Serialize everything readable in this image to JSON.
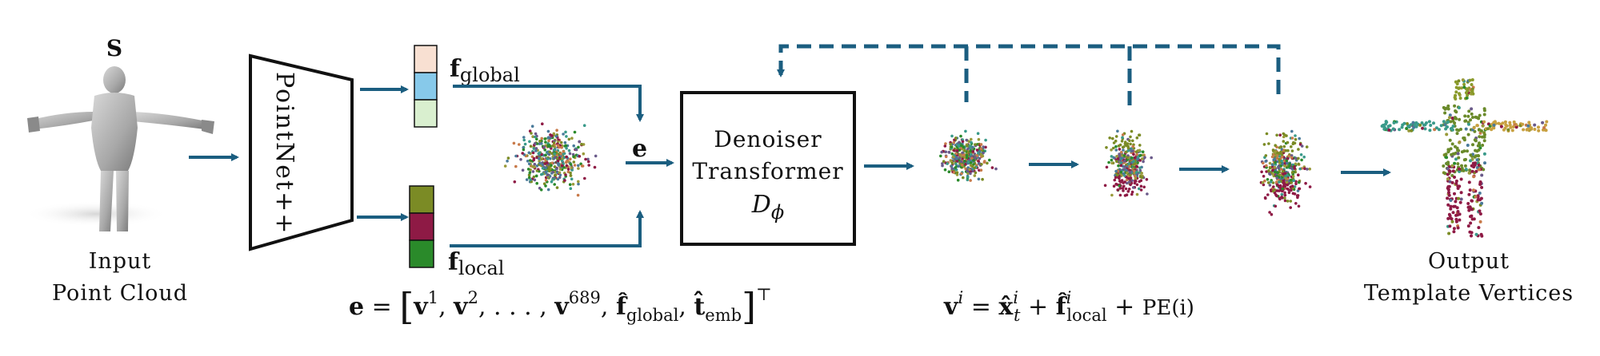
{
  "input": {
    "symbol": "S",
    "label_line1": "Input",
    "label_line2": "Point Cloud"
  },
  "encoder": {
    "label": "PointNet++"
  },
  "features": {
    "global_symbol": "f",
    "global_sub": "global",
    "local_symbol": "f",
    "local_sub": "local",
    "global_colors": [
      "#f8e0d2",
      "#87c9ea",
      "#d9efcf"
    ],
    "local_colors": [
      "#7b8b25",
      "#8e1a45",
      "#2a8a2a"
    ]
  },
  "embedding_symbol": "e",
  "denoiser": {
    "line1": "Denoiser",
    "line2": "Transformer",
    "symbol": "D",
    "sub": "ϕ"
  },
  "output": {
    "label_line1": "Output",
    "label_line2": "Template Vertices"
  },
  "formulas": {
    "e_def": {
      "lhs": "e",
      "eq": " = ",
      "open": "[",
      "v": "v",
      "sup1": "1",
      "sup2": "2",
      "dots": ", . . . , ",
      "sup_n": "689",
      "fhat": "f̂",
      "global_sub": "global",
      "that": "t̂",
      "emb_sub": "emb",
      "close": "]",
      "transpose": "⊤"
    },
    "v_def": {
      "v": "v",
      "sup_i": "i",
      "eq": " = ",
      "xhat": "x̂",
      "sub_t": "t",
      "plus": " + ",
      "fhat": "f̂",
      "sub_local": "local",
      "pe": "PE(i)"
    }
  },
  "colors": {
    "arrow": "#1b5e80",
    "box": "#111111",
    "points": [
      "#7b8b25",
      "#8e1a45",
      "#2a8a2a",
      "#4a7a9a",
      "#c87a4a",
      "#6a5a8a",
      "#9a9a3a",
      "#3a9a8a"
    ]
  }
}
